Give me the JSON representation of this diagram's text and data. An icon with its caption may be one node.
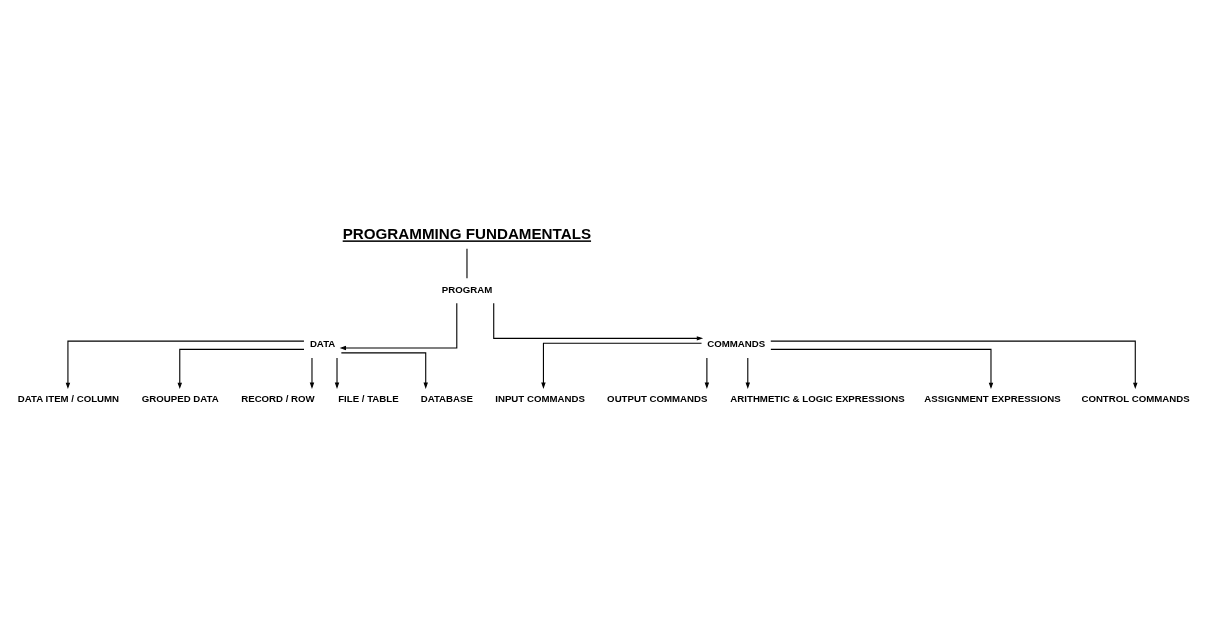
{
  "diagram": {
    "nodes": [
      {
        "text": [
          "PROGRAMMING FUNDAMENTALS"
        ]
      },
      {
        "text": [
          "PROGRAM"
        ]
      },
      {
        "text": [
          "DATA"
        ]
      },
      {
        "text": [
          "COMMANDS"
        ]
      },
      {
        "text": [
          "DATA ITEM / COLUMN"
        ]
      },
      {
        "text": [
          "GROUPED DATA"
        ]
      },
      {
        "text": [
          "RECORD / ROW"
        ]
      },
      {
        "text": [
          "FILE / TABLE"
        ]
      },
      {
        "text": [
          "DATABASE"
        ]
      },
      {
        "text": [
          "INPUT COMMANDS"
        ]
      },
      {
        "text": [
          "OUTPUT COMMANDS"
        ]
      },
      {
        "text": [
          "ARITHMETIC & LOGIC EXPRESSIONS"
        ]
      },
      {
        "text": [
          "ASSIGNMENT EXPRESSIONS"
        ]
      },
      {
        "text": [
          "CONTROL COMMANDS"
        ]
      }
    ],
    "edges": [
      {
        "from": 0,
        "to": 1,
        "arrow": "none"
      },
      {
        "from": 1,
        "to": 2,
        "arrow": "to"
      },
      {
        "from": 1,
        "to": 3,
        "arrow": "to"
      },
      {
        "from": 2,
        "to": 4,
        "arrow": "to"
      },
      {
        "from": 2,
        "to": 5,
        "arrow": "to"
      },
      {
        "from": 2,
        "to": 6,
        "arrow": "to"
      },
      {
        "from": 2,
        "to": 7,
        "arrow": "to"
      },
      {
        "from": 2,
        "to": 8,
        "arrow": "to"
      },
      {
        "from": 3,
        "to": 9,
        "arrow": "to"
      },
      {
        "from": 3,
        "to": 10,
        "arrow": "to"
      },
      {
        "from": 3,
        "to": 11,
        "arrow": "to"
      },
      {
        "from": 3,
        "to": 12,
        "arrow": "to"
      },
      {
        "from": 3,
        "to": 13,
        "arrow": "to"
      }
    ]
  }
}
